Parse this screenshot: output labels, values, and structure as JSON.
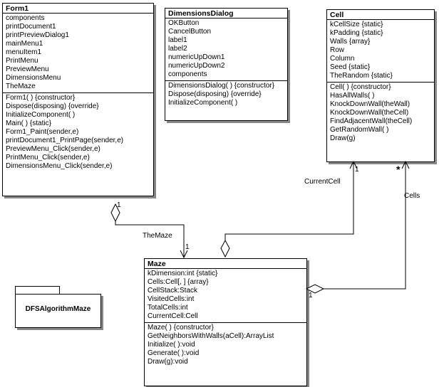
{
  "classes": {
    "form1": {
      "name": "Form1",
      "attributes": [
        "components",
        "printDocument1",
        "printPreviewDialog1",
        "mainMenu1",
        "menuItem1",
        "PrintMenu",
        "PreviewMenu",
        "DimensionsMenu",
        "TheMaze"
      ],
      "operations": [
        "Form1( ) {constructor}",
        "Dispose(disposing) {override}",
        "InitializeComponent( )",
        "Main( ) {static}",
        "Form1_Paint(sender,e)",
        "printDocument1_PrintPage(sender,e)",
        "PreviewMenu_Click(sender,e)",
        "PrintMenu_Click(sender,e)",
        "DimensionsMenu_Click(sender,e)"
      ]
    },
    "dimensions_dialog": {
      "name": "DimensionsDialog",
      "attributes": [
        "OKButton",
        "CancelButton",
        "label1",
        "label2",
        "numericUpDown1",
        "numericUpDown2",
        "components"
      ],
      "operations": [
        "DimensionsDialog( ) {constructor}",
        "Dispose(disposing) {override}",
        "InitializeComponent( )"
      ]
    },
    "cell": {
      "name": "Cell",
      "attributes": [
        "kCellSize {static}",
        "kPadding {static}",
        "Walls {array}",
        "Row",
        "Column",
        "Seed {static}",
        "TheRandom {static}"
      ],
      "operations": [
        "Cell( ) {constructor}",
        "HasAllWalls( )",
        "KnockDownWall(theWall)",
        "KnockDownWall(theCell)",
        "FindAdjacentWall(theCell)",
        "GetRandomWall( )",
        "Draw(g)"
      ]
    },
    "maze": {
      "name": "Maze",
      "attributes": [
        "kDimension:int {static}",
        "Cells:Cell[, ] {array}",
        "CellStack:Stack",
        "VisitedCells:int",
        "TotalCells:int",
        "CurrentCell:Cell"
      ],
      "operations": [
        "Maze( ) {constructor}",
        "GetNeighborsWithWalls(aCell):ArrayList",
        "Initialize( ):void",
        "Generate( ):void",
        "Draw(g):void"
      ]
    }
  },
  "package": {
    "name": "DFSAlgorithmMaze"
  },
  "associations": [
    {
      "from": "Form1",
      "to": "Maze",
      "role": "TheMaze",
      "source_multiplicity": "1",
      "target_multiplicity": "1"
    },
    {
      "from": "Maze",
      "to": "Cell",
      "role": "CurrentCell",
      "target_multiplicity": "1"
    },
    {
      "from": "Maze",
      "to": "Cell",
      "role": "Cells",
      "source_multiplicity": "1",
      "target_multiplicity": "*"
    }
  ]
}
